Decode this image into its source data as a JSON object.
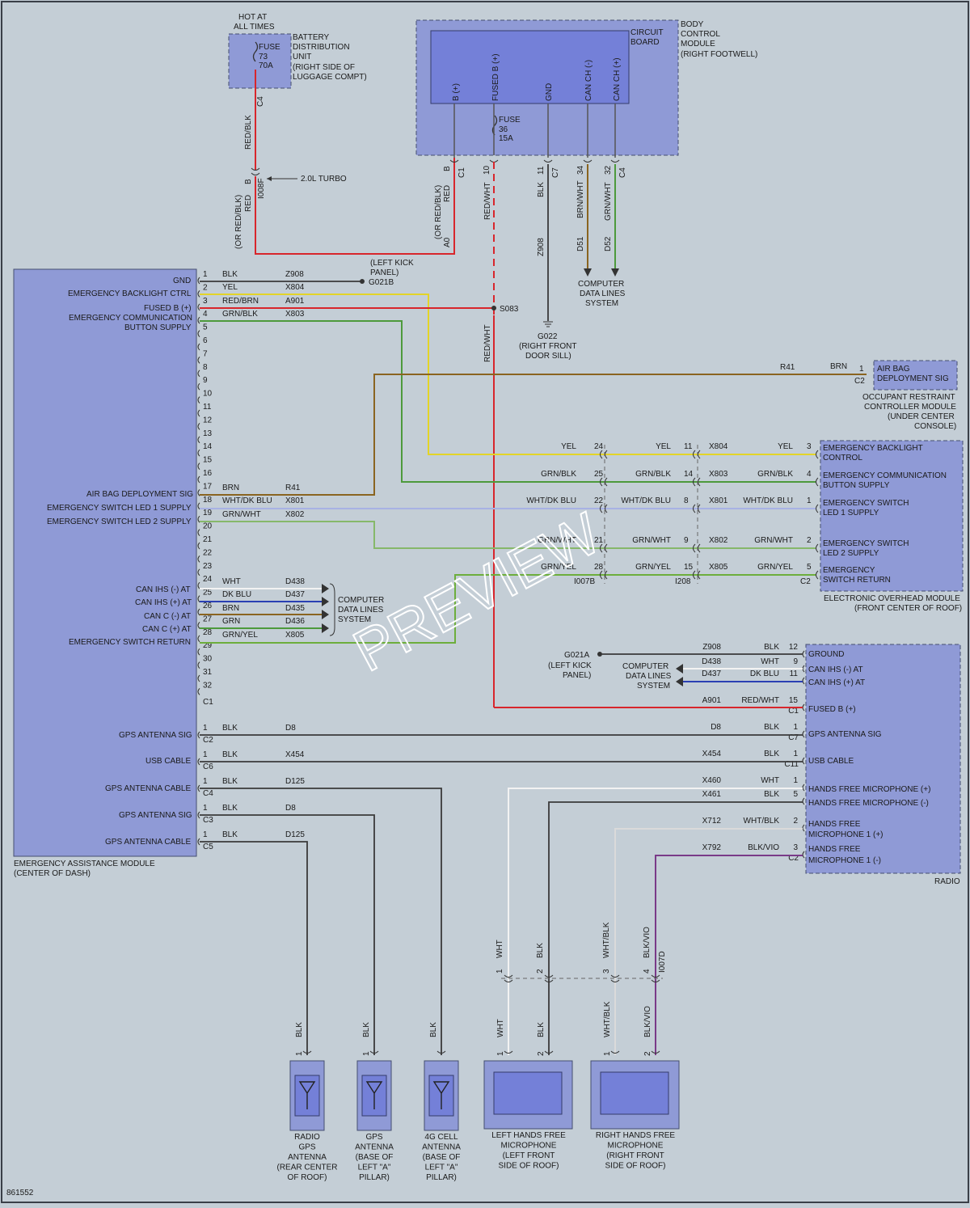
{
  "colors": {
    "background": "#c4ced6",
    "module_fill": "#8f9ad6",
    "module_inner": "#7480d8",
    "wire_red": "#d8262c",
    "wire_yellow": "#e3d427",
    "wire_green": "#4d9a3c",
    "wire_brown": "#8a6420",
    "wire_blue": "#2a3fb3",
    "wire_white": "#f2f2f2",
    "wire_black": "#3a3a3a",
    "wire_grn_wht": "#86b86a",
    "wire_wht_blu": "#a8b2e4",
    "wire_wht_blk": "#dadada",
    "wire_blk_vio": "#7a3a88"
  },
  "watermark": "PREVIEW",
  "diagram_id": "861552",
  "top": {
    "hot": [
      "HOT AT",
      "ALL TIMES"
    ],
    "bdu_label": [
      "BATTERY",
      "DISTRIBUTION",
      "UNIT",
      "(RIGHT SIDE OF",
      "LUGGAGE COMPT)"
    ],
    "fuse73": [
      "FUSE",
      "73",
      "70A"
    ],
    "fuse36": [
      "FUSE",
      "36",
      "15A"
    ],
    "bcm_label": [
      "BODY",
      "CONTROL",
      "MODULE",
      "(RIGHT FOOTWELL)"
    ],
    "circuit_board": [
      "CIRCUIT",
      "BOARD"
    ],
    "bcm_pins": [
      "B (+)",
      "FUSED B (+)",
      "GND",
      "CAN CH (-)",
      "CAN CH (+)"
    ],
    "turbo": "2.0L TURBO",
    "c4": "C4",
    "wire_red_blk": "RED/BLK",
    "conn_b": "B",
    "i008f": "I008F",
    "red": "RED",
    "or_red_blk": "(OR RED/BLK)",
    "bcm_b": "B",
    "bcm_c1": "C1",
    "bcm_a0": "A0",
    "pin10": "10",
    "red_wht": "RED/WHT",
    "pin11": "11",
    "bcm_c7": "C7",
    "blk": "BLK",
    "z908": "Z908",
    "pin34": "34",
    "brn_wht": "BRN/WHT",
    "d51": "D51",
    "pin32": "32",
    "bcm_c4b": "C4",
    "grn_wht": "GRN/WHT",
    "d52": "D52",
    "cdl": [
      "COMPUTER",
      "DATA LINES",
      "SYSTEM"
    ],
    "left_kick": [
      "(LEFT KICK",
      "PANEL)"
    ],
    "g021b": "G021B",
    "s083": "S083",
    "g022": [
      "G022",
      "(RIGHT FRONT",
      "DOOR SILL)"
    ]
  },
  "eam": {
    "name": [
      "EMERGENCY ASSISTANCE MODULE",
      "(CENTER OF DASH)"
    ],
    "labels": [
      {
        "t": "GND"
      },
      {
        "t": "EMERGENCY BACKLIGHT CTRL"
      },
      {
        "t": "FUSED B (+)"
      },
      {
        "t": "EMERGENCY COMMUNICATION"
      },
      {
        "t": "BUTTON SUPPLY"
      },
      {
        "t": "AIR BAG DEPLOYMENT SIG"
      },
      {
        "t": "EMERGENCY SWITCH LED 1 SUPPLY"
      },
      {
        "t": "EMERGENCY SWITCH LED 2 SUPPLY"
      },
      {
        "t": "CAN IHS (-) AT"
      },
      {
        "t": "CAN IHS (+) AT"
      },
      {
        "t": "CAN C (-) AT"
      },
      {
        "t": "CAN C (+) AT"
      },
      {
        "t": "EMERGENCY SWITCH RETURN"
      },
      {
        "t": "GPS ANTENNA SIG"
      },
      {
        "t": "USB CABLE"
      },
      {
        "t": "GPS ANTENNA CABLE"
      },
      {
        "t": "GPS ANTENNA SIG"
      },
      {
        "t": "GPS ANTENNA CABLE"
      }
    ],
    "pins": [
      "1",
      "2",
      "3",
      "4",
      "5",
      "6",
      "7",
      "8",
      "9",
      "10",
      "11",
      "12",
      "13",
      "14",
      "15",
      "16",
      "17",
      "18",
      "19",
      "20",
      "21",
      "22",
      "23",
      "24",
      "25",
      "26",
      "27",
      "28",
      "29",
      "30",
      "31",
      "32"
    ],
    "c1": "C1",
    "wire_colors": {
      "1": "BLK",
      "2": "YEL",
      "3": "RED/BRN",
      "4": "GRN/BLK",
      "17": "BRN",
      "18": "WHT/DK BLU",
      "19": "GRN/WHT",
      "24": "WHT",
      "25": "DK BLU",
      "26": "BRN",
      "27": "GRN",
      "28": "GRN/YEL"
    },
    "circuits": {
      "1": "Z908",
      "2": "X804",
      "3": "A901",
      "4": "X803",
      "17": "R41",
      "18": "X801",
      "19": "X802",
      "24": "D438",
      "25": "D437",
      "26": "D435",
      "27": "D436",
      "28": "X805"
    },
    "cdl2": [
      "COMPUTER",
      "DATA LINES",
      "SYSTEM"
    ],
    "lower": [
      {
        "pin": "1",
        "color": "BLK",
        "circuit": "D8",
        "conn": "C2"
      },
      {
        "pin": "1",
        "color": "BLK",
        "circuit": "X454",
        "conn": "C6"
      },
      {
        "pin": "1",
        "color": "BLK",
        "circuit": "D125",
        "conn": "C4"
      },
      {
        "pin": "1",
        "color": "BLK",
        "circuit": "D8",
        "conn": "C3"
      },
      {
        "pin": "1",
        "color": "BLK",
        "circuit": "D125",
        "conn": "C5"
      }
    ]
  },
  "airbag": {
    "label": [
      "AIR BAG",
      "DEPLOYMENT SIG"
    ],
    "module": [
      "OCCUPANT RESTRAINT",
      "CONTROLLER MODULE",
      "(UNDER CENTER",
      "CONSOLE)"
    ],
    "r41": "R41",
    "brn": "BRN",
    "pin": "1",
    "conn": "C2"
  },
  "eom": {
    "labels": [
      [
        "EMERGENCY BACKLIGHT",
        "CONTROL"
      ],
      [
        "EMERGENCY COMMUNICATION",
        "BUTTON SUPPLY"
      ],
      [
        "EMERGENCY SWITCH",
        "LED 1 SUPPLY"
      ],
      [
        "EMERGENCY SWITCH",
        "LED 2 SUPPLY"
      ],
      [
        "EMERGENCY",
        "SWITCH RETURN"
      ]
    ],
    "name": [
      "ELECTRONIC OVERHEAD MODULE",
      "(FRONT CENTER OF ROOF)"
    ],
    "rows": [
      {
        "c1": "YEL",
        "p1": "24",
        "c2": "YEL",
        "p2": "11",
        "x": "X804",
        "c3": "YEL",
        "p3": "3"
      },
      {
        "c1": "GRN/BLK",
        "p1": "25",
        "c2": "GRN/BLK",
        "p2": "14",
        "x": "X803",
        "c3": "GRN/BLK",
        "p3": "4"
      },
      {
        "c1": "WHT/DK BLU",
        "p1": "22",
        "c2": "WHT/DK BLU",
        "p2": "8",
        "x": "X801",
        "c3": "WHT/DK BLU",
        "p3": "1"
      },
      {
        "c1": "GRN/WHT",
        "p1": "21",
        "c2": "GRN/WHT",
        "p2": "9",
        "x": "X802",
        "c3": "GRN/WHT",
        "p3": "2"
      },
      {
        "c1": "GRN/YEL",
        "p1": "28",
        "c2": "GRN/YEL",
        "p2": "15",
        "x": "X805",
        "c3": "GRN/YEL",
        "p3": "5"
      }
    ],
    "i007b": "I007B",
    "i208": "I208",
    "c2": "C2"
  },
  "radio": {
    "name": "RADIO",
    "labels": [
      [
        "GROUND"
      ],
      [
        "CAN IHS (-) AT"
      ],
      [
        "CAN IHS (+) AT"
      ],
      [
        "FUSED B (+)"
      ],
      [
        "GPS ANTENNA SIG"
      ],
      [
        "USB CABLE"
      ],
      [
        "HANDS FREE MICROPHONE (+)"
      ],
      [
        "HANDS FREE MICROPHONE (-)"
      ],
      [
        "HANDS FREE",
        "MICROPHONE 1 (+)"
      ],
      [
        "HANDS FREE",
        "MICROPHONE 1 (-)"
      ]
    ],
    "g021a": "G021A",
    "left_kick": [
      "(LEFT KICK",
      "PANEL)"
    ],
    "cdl": [
      "COMPUTER",
      "DATA LINES",
      "SYSTEM"
    ],
    "rows": [
      {
        "circuit": "Z908",
        "color": "BLK",
        "pin": "12"
      },
      {
        "circuit": "D438",
        "color": "WHT",
        "pin": "9"
      },
      {
        "circuit": "D437",
        "color": "DK BLU",
        "pin": "11"
      },
      {
        "circuit": "A901",
        "color": "RED/WHT",
        "pin": "15",
        "conn": "C1"
      },
      {
        "circuit": "D8",
        "color": "BLK",
        "pin": "1",
        "conn": "C7"
      },
      {
        "circuit": "X454",
        "color": "BLK",
        "pin": "1",
        "conn": "C11"
      },
      {
        "circuit": "X460",
        "color": "WHT",
        "pin": "1"
      },
      {
        "circuit": "X461",
        "color": "BLK",
        "pin": "5"
      },
      {
        "circuit": "X712",
        "color": "WHT/BLK",
        "pin": "2"
      },
      {
        "circuit": "X792",
        "color": "BLK/VIO",
        "pin": "3",
        "conn": "C2"
      }
    ]
  },
  "bottom": {
    "antennas": [
      {
        "name": [
          "RADIO",
          "GPS",
          "ANTENNA",
          "(REAR CENTER",
          "OF ROOF)"
        ],
        "color": "BLK",
        "pin": "1"
      },
      {
        "name": [
          "GPS",
          "ANTENNA",
          "(BASE OF",
          "LEFT \"A\"",
          "PILLAR)"
        ],
        "color": "BLK",
        "pin": "1"
      },
      {
        "name": [
          "4G CELL",
          "ANTENNA",
          "(BASE OF",
          "LEFT \"A\"",
          "PILLAR)"
        ],
        "color": "BLK",
        "pin": ""
      }
    ],
    "mics": [
      {
        "name": [
          "LEFT HANDS FREE",
          "MICROPHONE",
          "(LEFT FRONT",
          "SIDE OF ROOF)"
        ],
        "w1": "WHT",
        "w2": "BLK",
        "p1": "1",
        "p2": "2"
      },
      {
        "name": [
          "RIGHT HANDS FREE",
          "MICROPHONE",
          "(RIGHT FRONT",
          "SIDE OF ROOF)"
        ],
        "w1": "WHT/BLK",
        "w2": "BLK/VIO",
        "p1": "1",
        "p2": "2"
      }
    ],
    "i007d": "I007D",
    "inline": [
      {
        "color": "WHT",
        "pin": "1"
      },
      {
        "color": "BLK",
        "pin": "2"
      },
      {
        "color": "WHT/BLK",
        "pin": "3"
      },
      {
        "color": "BLK/VIO",
        "pin": "4"
      }
    ]
  }
}
